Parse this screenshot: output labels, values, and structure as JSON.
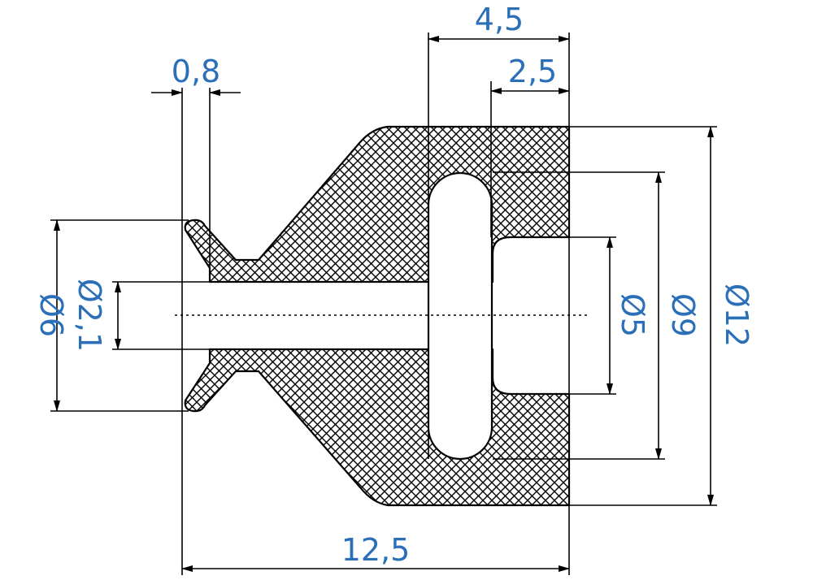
{
  "colors": {
    "dimension_text": "#2a6fb8",
    "outline": "#000000",
    "background": "#ffffff",
    "hatch": "#000000"
  },
  "dimensions": {
    "width_lip": "0,8",
    "width_body_total": "4,5",
    "width_inner_step": "2,5",
    "length_total": "12,5",
    "dia_lip": "Ø6",
    "dia_bore": "Ø2,1",
    "dia_inner_step": "Ø5",
    "dia_groove": "Ø9",
    "dia_outer": "Ø12"
  }
}
